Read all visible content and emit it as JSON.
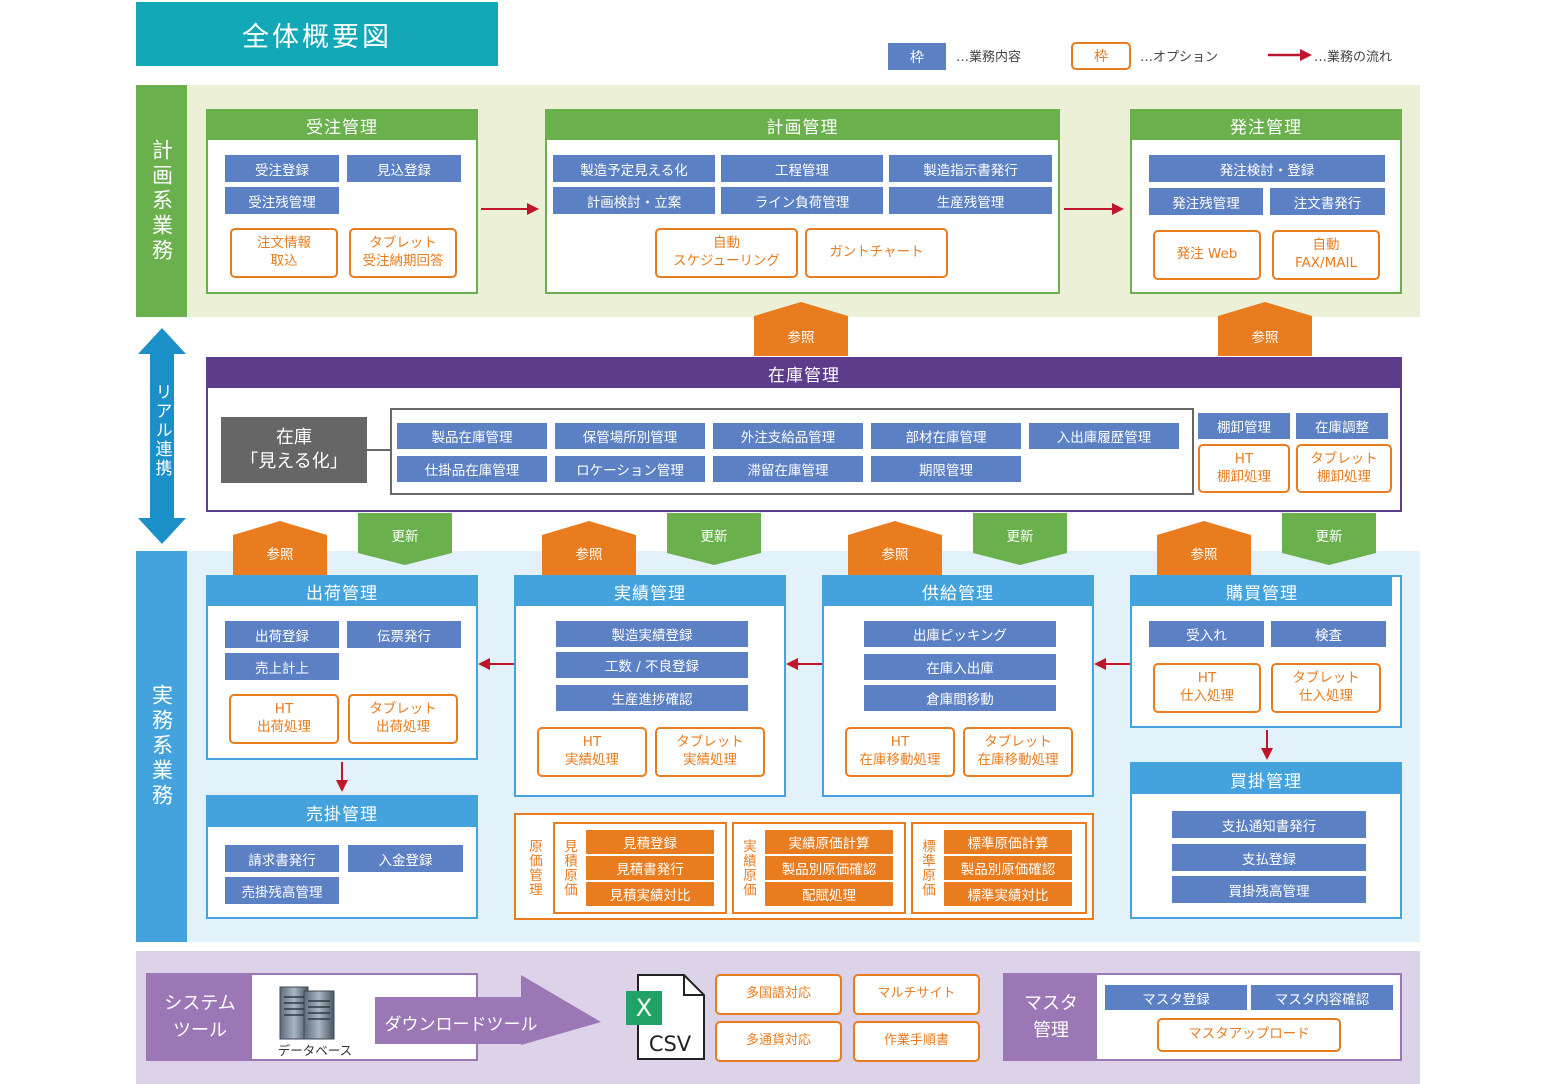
{
  "title": "全体概要図",
  "legend": {
    "box1": "枠",
    "text1": "…業務内容",
    "box2": "枠",
    "text2": "…オプション",
    "text3": "…業務の流れ"
  },
  "bands": {
    "plan": "計画系業務",
    "realtime": "リアル連携",
    "jitsumu": "実務系業務"
  },
  "juchu": {
    "title": "受注管理",
    "items": [
      "受注登録",
      "見込登録",
      "受注残管理"
    ],
    "options": [
      [
        "注文情報",
        "取込"
      ],
      [
        "タブレット",
        "受注納期回答"
      ]
    ]
  },
  "keikaku": {
    "title": "計画管理",
    "items": [
      "製造予定見える化",
      "工程管理",
      "製造指示書発行",
      "計画検討・立案",
      "ライン負荷管理",
      "生産残管理"
    ],
    "options": [
      [
        "自動",
        "スケジューリング"
      ],
      [
        "ガントチャート"
      ]
    ]
  },
  "hatchu": {
    "title": "発注管理",
    "items": [
      "発注検討・登録",
      "発注残管理",
      "注文書発行"
    ],
    "options": [
      [
        "発注 Web"
      ],
      [
        "自動",
        "FAX/MAIL"
      ]
    ]
  },
  "tags": {
    "ref": "参照",
    "upd": "更新"
  },
  "zaiko": {
    "title": "在庫管理",
    "visual": [
      "在庫",
      "「見える化」"
    ],
    "items": [
      "製品在庫管理",
      "保管場所別管理",
      "外注支給品管理",
      "部材在庫管理",
      "入出庫履歴管理",
      "仕掛品在庫管理",
      "ロケーション管理",
      "滞留在庫管理",
      "期限管理"
    ],
    "right": [
      "棚卸管理",
      "在庫調整"
    ],
    "options": [
      [
        "HT",
        "棚卸処理"
      ],
      [
        "タブレット",
        "棚卸処理"
      ]
    ]
  },
  "shukka": {
    "title": "出荷管理",
    "items": [
      "出荷登録",
      "伝票発行",
      "売上計上"
    ],
    "options": [
      [
        "HT",
        "出荷処理"
      ],
      [
        "タブレット",
        "出荷処理"
      ]
    ]
  },
  "jisseki": {
    "title": "実績管理",
    "items": [
      "製造実績登録",
      "工数 / 不良登録",
      "生産進捗確認"
    ],
    "options": [
      [
        "HT",
        "実績処理"
      ],
      [
        "タブレット",
        "実績処理"
      ]
    ]
  },
  "kyokyu": {
    "title": "供給管理",
    "items": [
      "出庫ピッキング",
      "在庫入出庫",
      "倉庫間移動"
    ],
    "options": [
      [
        "HT",
        "在庫移動処理"
      ],
      [
        "タブレット",
        "在庫移動処理"
      ]
    ]
  },
  "kobai": {
    "title": "購買管理",
    "items": [
      "受入れ",
      "検査"
    ],
    "options": [
      [
        "HT",
        "仕入処理"
      ],
      [
        "タブレット",
        "仕入処理"
      ]
    ]
  },
  "urikake": {
    "title": "売掛管理",
    "items": [
      "請求書発行",
      "入金登録",
      "売掛残高管理"
    ]
  },
  "kaikake": {
    "title": "買掛管理",
    "items": [
      "支払通知書発行",
      "支払登録",
      "買掛残高管理"
    ]
  },
  "genka": {
    "label": "原価管理",
    "groups": [
      {
        "label": "見積原価",
        "items": [
          "見積登録",
          "見積書発行",
          "見積実績対比"
        ]
      },
      {
        "label": "実績原価",
        "items": [
          "実績原価計算",
          "製品別原価確認",
          "配賦処理"
        ]
      },
      {
        "label": "標準原価",
        "items": [
          "標準原価計算",
          "製品別原価確認",
          "標準実績対比"
        ]
      }
    ]
  },
  "system": {
    "label": [
      "システム",
      "ツール"
    ],
    "db": "データベース",
    "download": "ダウンロードツール",
    "csv_x": "X",
    "csv": "CSV",
    "options": [
      "多国語対応",
      "マルチサイト",
      "多通貨対応",
      "作業手順書"
    ]
  },
  "master": {
    "label": [
      "マスタ",
      "管理"
    ],
    "items": [
      "マスタ登録",
      "マスタ内容確認"
    ],
    "option": "マスタアップロード"
  },
  "colors": {
    "teal": "#12a8b8",
    "green": "#6ab04c",
    "lightgreen": "#ebf0d6",
    "blue": "#5b80c4",
    "orange": "#e87c1e",
    "purple": "#5e3c8c",
    "skyblue": "#44a3dd",
    "lightblue": "#e3f1fb",
    "lavender": "#ddd3e9",
    "sysPurple": "#9b77b5",
    "gray": "#666666",
    "red": "#c0162c"
  }
}
